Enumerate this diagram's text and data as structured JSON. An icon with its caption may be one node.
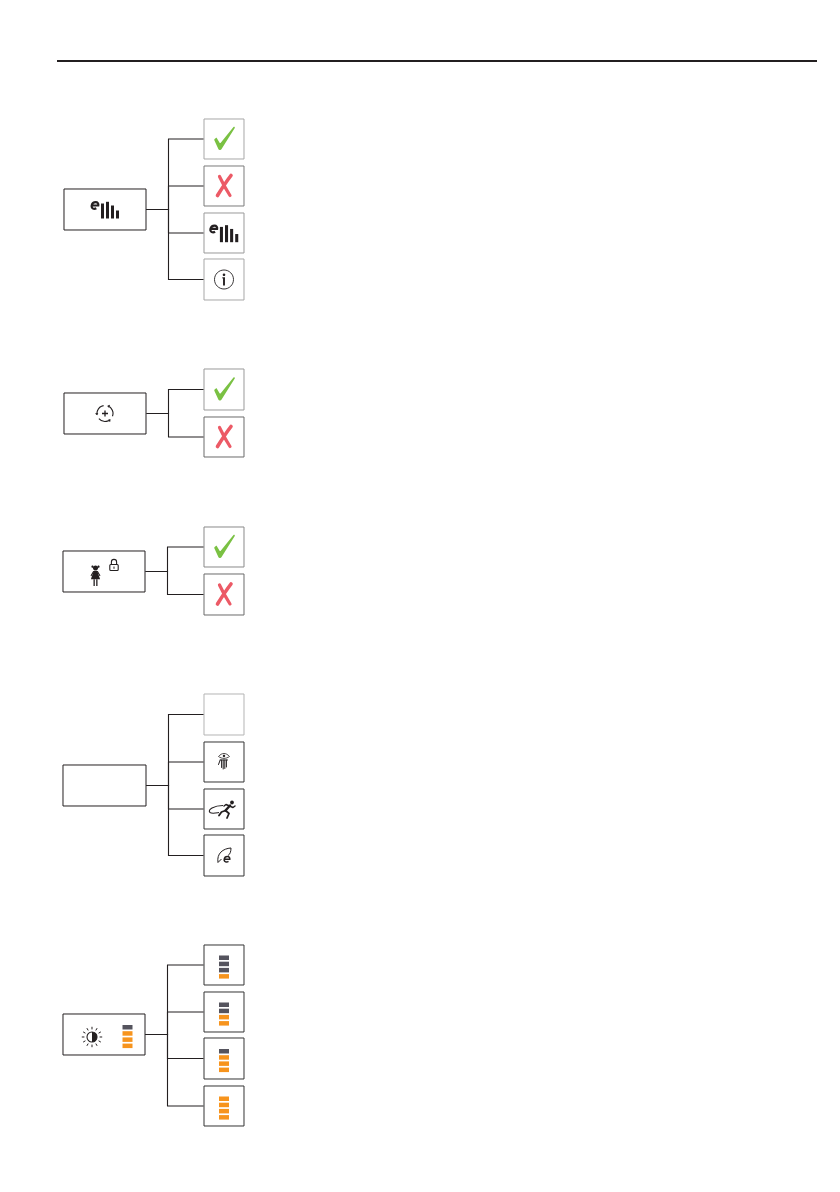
{
  "diagram": {
    "nodes": [
      {
        "text": [],
        "shape": "box"
      },
      {
        "text": [],
        "shape": "box"
      },
      {
        "text": [],
        "shape": "box"
      },
      {
        "text": [],
        "shape": "box"
      },
      {
        "text": [],
        "shape": "box"
      },
      {
        "text": [],
        "shape": "box"
      },
      {
        "text": [],
        "shape": "box"
      },
      {
        "text": [],
        "shape": "box"
      },
      {
        "text": [],
        "shape": "box"
      },
      {
        "text": [],
        "shape": "box"
      },
      {
        "text": [],
        "shape": "box"
      },
      {
        "text": [],
        "shape": "box"
      },
      {
        "text": [],
        "shape": "box"
      },
      {
        "text": [],
        "shape": "box"
      },
      {
        "text": [],
        "shape": "box"
      },
      {
        "text": [],
        "shape": "box"
      },
      {
        "text": [],
        "shape": "box"
      },
      {
        "text": [],
        "shape": "box"
      },
      {
        "text": [],
        "shape": "box"
      },
      {
        "text": [],
        "shape": "box"
      },
      {
        "text": [],
        "shape": "box"
      }
    ],
    "edges": [
      {
        "from": 0,
        "to": 1,
        "arrow": "none"
      },
      {
        "from": 0,
        "to": 2,
        "arrow": "none"
      },
      {
        "from": 0,
        "to": 3,
        "arrow": "none"
      },
      {
        "from": 0,
        "to": 4,
        "arrow": "none"
      },
      {
        "from": 5,
        "to": 6,
        "arrow": "none"
      },
      {
        "from": 5,
        "to": 7,
        "arrow": "none"
      },
      {
        "from": 8,
        "to": 9,
        "arrow": "none"
      },
      {
        "from": 8,
        "to": 10,
        "arrow": "none"
      },
      {
        "from": 11,
        "to": 12,
        "arrow": "none"
      },
      {
        "from": 11,
        "to": 13,
        "arrow": "none"
      },
      {
        "from": 11,
        "to": 14,
        "arrow": "none"
      },
      {
        "from": 11,
        "to": 15,
        "arrow": "none"
      },
      {
        "from": 16,
        "to": 17,
        "arrow": "none"
      },
      {
        "from": 16,
        "to": 18,
        "arrow": "none"
      },
      {
        "from": 16,
        "to": 19,
        "arrow": "none"
      },
      {
        "from": 16,
        "to": 20,
        "arrow": "none"
      }
    ]
  }
}
